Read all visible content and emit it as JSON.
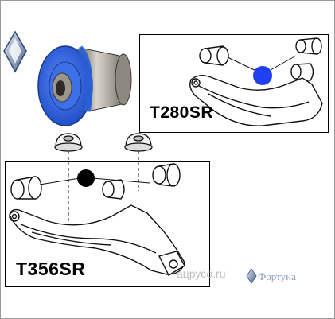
{
  "labels": {
    "top_part": "T280SR",
    "bottom_part": "T356SR"
  },
  "watermark": {
    "text": "ацрусо.ru"
  },
  "brand": {
    "name": "Фортуна"
  },
  "colors": {
    "bushing_blue": "#2a5fd6",
    "dot_blue": "#1f3ff2",
    "dot_black": "#000000",
    "brand": "#8aa0c4"
  },
  "icons": {
    "logo": "diamond-logo-icon",
    "brand_logo": "diamond-brand-icon"
  }
}
